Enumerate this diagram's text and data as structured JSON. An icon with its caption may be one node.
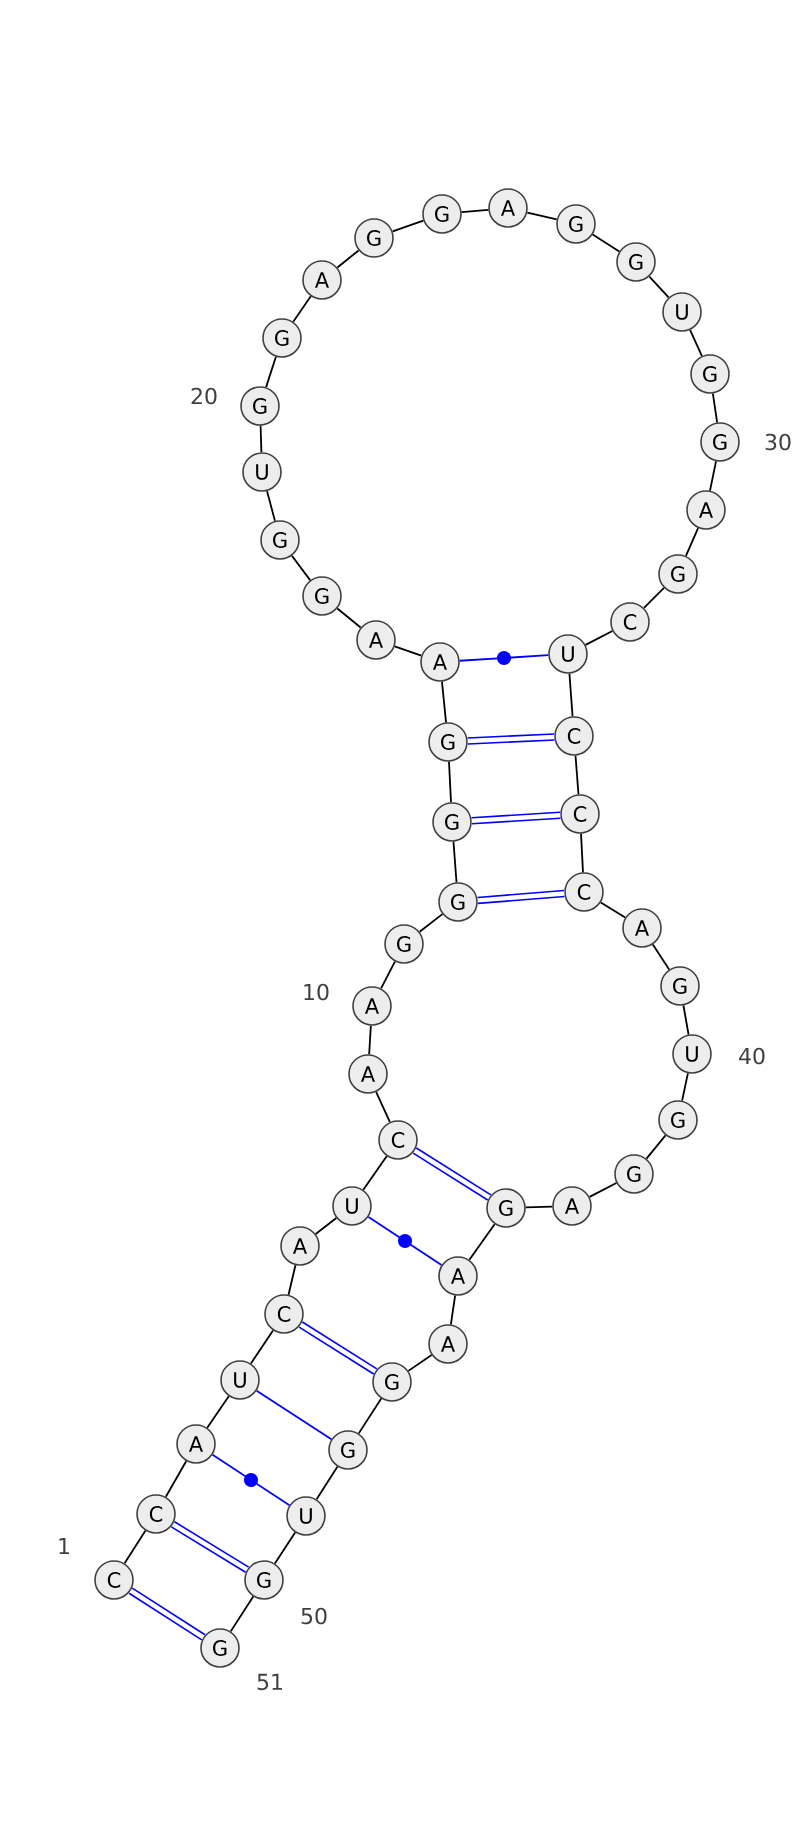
{
  "diagram": {
    "nodes": [
      {
        "text": [
          "C"
        ],
        "beside": [
          "1"
        ]
      },
      {
        "text": [
          "C"
        ]
      },
      {
        "text": [
          "A"
        ]
      },
      {
        "text": [
          "U"
        ]
      },
      {
        "text": [
          "C"
        ]
      },
      {
        "text": [
          "A"
        ]
      },
      {
        "text": [
          "U"
        ]
      },
      {
        "text": [
          "C"
        ]
      },
      {
        "text": [
          "A"
        ]
      },
      {
        "text": [
          "A"
        ],
        "beside": [
          "10"
        ]
      },
      {
        "text": [
          "G"
        ]
      },
      {
        "text": [
          "G"
        ]
      },
      {
        "text": [
          "G"
        ]
      },
      {
        "text": [
          "G"
        ]
      },
      {
        "text": [
          "A"
        ]
      },
      {
        "text": [
          "A"
        ]
      },
      {
        "text": [
          "G"
        ]
      },
      {
        "text": [
          "G"
        ]
      },
      {
        "text": [
          "U"
        ]
      },
      {
        "text": [
          "G"
        ],
        "beside": [
          "20"
        ]
      },
      {
        "text": [
          "G"
        ]
      },
      {
        "text": [
          "A"
        ]
      },
      {
        "text": [
          "G"
        ]
      },
      {
        "text": [
          "G"
        ]
      },
      {
        "text": [
          "A"
        ]
      },
      {
        "text": [
          "G"
        ]
      },
      {
        "text": [
          "G"
        ]
      },
      {
        "text": [
          "U"
        ]
      },
      {
        "text": [
          "G"
        ]
      },
      {
        "text": [
          "G"
        ],
        "beside": [
          "30"
        ]
      },
      {
        "text": [
          "A"
        ]
      },
      {
        "text": [
          "G"
        ]
      },
      {
        "text": [
          "C"
        ]
      },
      {
        "text": [
          "U"
        ]
      },
      {
        "text": [
          "C"
        ]
      },
      {
        "text": [
          "C"
        ]
      },
      {
        "text": [
          "C"
        ]
      },
      {
        "text": [
          "A"
        ]
      },
      {
        "text": [
          "G"
        ]
      },
      {
        "text": [
          "U"
        ],
        "beside": [
          "40"
        ]
      },
      {
        "text": [
          "G"
        ]
      },
      {
        "text": [
          "G"
        ]
      },
      {
        "text": [
          "A"
        ]
      },
      {
        "text": [
          "G"
        ]
      },
      {
        "text": [
          "A"
        ]
      },
      {
        "text": [
          "A"
        ]
      },
      {
        "text": [
          "G"
        ]
      },
      {
        "text": [
          "G"
        ]
      },
      {
        "text": [
          "U"
        ]
      },
      {
        "text": [
          "G"
        ],
        "beside": [
          "50"
        ]
      },
      {
        "text": [
          "G"
        ],
        "beside": [
          "51"
        ]
      }
    ],
    "edges": [
      {
        "from": 0,
        "to": 1,
        "arrow": "none"
      },
      {
        "from": 1,
        "to": 2,
        "arrow": "none"
      },
      {
        "from": 2,
        "to": 3,
        "arrow": "none"
      },
      {
        "from": 3,
        "to": 4,
        "arrow": "none"
      },
      {
        "from": 4,
        "to": 5,
        "arrow": "none"
      },
      {
        "from": 5,
        "to": 6,
        "arrow": "none"
      },
      {
        "from": 6,
        "to": 7,
        "arrow": "none"
      },
      {
        "from": 7,
        "to": 8,
        "arrow": "none"
      },
      {
        "from": 8,
        "to": 9,
        "arrow": "none"
      },
      {
        "from": 9,
        "to": 10,
        "arrow": "none"
      },
      {
        "from": 10,
        "to": 11,
        "arrow": "none"
      },
      {
        "from": 11,
        "to": 12,
        "arrow": "none"
      },
      {
        "from": 12,
        "to": 13,
        "arrow": "none"
      },
      {
        "from": 13,
        "to": 14,
        "arrow": "none"
      },
      {
        "from": 14,
        "to": 15,
        "arrow": "none"
      },
      {
        "from": 15,
        "to": 16,
        "arrow": "none"
      },
      {
        "from": 16,
        "to": 17,
        "arrow": "none"
      },
      {
        "from": 17,
        "to": 18,
        "arrow": "none"
      },
      {
        "from": 18,
        "to": 19,
        "arrow": "none"
      },
      {
        "from": 19,
        "to": 20,
        "arrow": "none"
      },
      {
        "from": 20,
        "to": 21,
        "arrow": "none"
      },
      {
        "from": 21,
        "to": 22,
        "arrow": "none"
      },
      {
        "from": 22,
        "to": 23,
        "arrow": "none"
      },
      {
        "from": 23,
        "to": 24,
        "arrow": "none"
      },
      {
        "from": 24,
        "to": 25,
        "arrow": "none"
      },
      {
        "from": 25,
        "to": 26,
        "arrow": "none"
      },
      {
        "from": 26,
        "to": 27,
        "arrow": "none"
      },
      {
        "from": 27,
        "to": 28,
        "arrow": "none"
      },
      {
        "from": 28,
        "to": 29,
        "arrow": "none"
      },
      {
        "from": 29,
        "to": 30,
        "arrow": "none"
      },
      {
        "from": 30,
        "to": 31,
        "arrow": "none"
      },
      {
        "from": 31,
        "to": 32,
        "arrow": "none"
      },
      {
        "from": 32,
        "to": 33,
        "arrow": "none"
      },
      {
        "from": 33,
        "to": 34,
        "arrow": "none"
      },
      {
        "from": 34,
        "to": 35,
        "arrow": "none"
      },
      {
        "from": 35,
        "to": 36,
        "arrow": "none"
      },
      {
        "from": 36,
        "to": 37,
        "arrow": "none"
      },
      {
        "from": 37,
        "to": 38,
        "arrow": "none"
      },
      {
        "from": 38,
        "to": 39,
        "arrow": "none"
      },
      {
        "from": 39,
        "to": 40,
        "arrow": "none"
      },
      {
        "from": 40,
        "to": 41,
        "arrow": "none"
      },
      {
        "from": 41,
        "to": 42,
        "arrow": "none"
      },
      {
        "from": 42,
        "to": 43,
        "arrow": "none"
      },
      {
        "from": 43,
        "to": 44,
        "arrow": "none"
      },
      {
        "from": 44,
        "to": 45,
        "arrow": "none"
      },
      {
        "from": 45,
        "to": 46,
        "arrow": "none"
      },
      {
        "from": 46,
        "to": 47,
        "arrow": "none"
      },
      {
        "from": 47,
        "to": 48,
        "arrow": "none"
      },
      {
        "from": 48,
        "to": 49,
        "arrow": "none"
      },
      {
        "from": 49,
        "to": 50,
        "arrow": "none"
      },
      {
        "from": 0,
        "to": 50,
        "arrow": "none",
        "style": "thick",
        "color": "#0000ff"
      },
      {
        "from": 1,
        "to": 49,
        "arrow": "none",
        "style": "thick",
        "color": "#0000ff"
      },
      {
        "from": 2,
        "to": 48,
        "arrow": "none",
        "color": "#0000ff"
      },
      {
        "from": 3,
        "to": 47,
        "arrow": "none",
        "color": "#0000ff"
      },
      {
        "from": 4,
        "to": 46,
        "arrow": "none",
        "style": "thick",
        "color": "#0000ff"
      },
      {
        "from": 6,
        "to": 44,
        "arrow": "none",
        "color": "#0000ff"
      },
      {
        "from": 7,
        "to": 43,
        "arrow": "none",
        "style": "thick",
        "color": "#0000ff"
      },
      {
        "from": 11,
        "to": 36,
        "arrow": "none",
        "style": "thick",
        "color": "#0000ff"
      },
      {
        "from": 12,
        "to": 35,
        "arrow": "none",
        "style": "thick",
        "color": "#0000ff"
      },
      {
        "from": 13,
        "to": 34,
        "arrow": "none",
        "style": "thick",
        "color": "#0000ff"
      },
      {
        "from": 14,
        "to": 33,
        "arrow": "none",
        "color": "#0000ff"
      }
    ]
  }
}
